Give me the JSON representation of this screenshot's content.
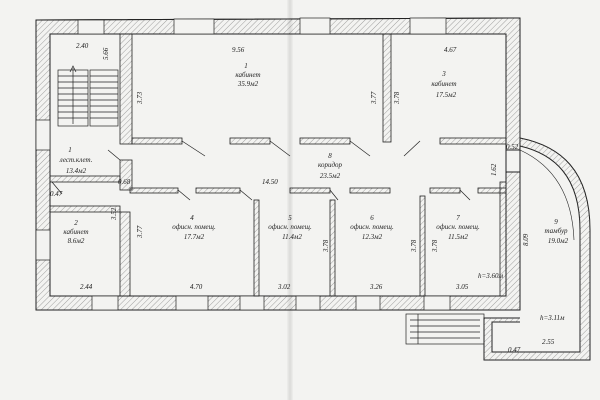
{
  "rooms": [
    {
      "id": "1",
      "name": "кабинет",
      "area": "35.9м2"
    },
    {
      "id": "1",
      "name": "лест.клет.",
      "area": "13.4м2"
    },
    {
      "id": "2",
      "name": "кабинет",
      "area": "8.6м2"
    },
    {
      "id": "3",
      "name": "кабинет",
      "area": "17.5м2"
    },
    {
      "id": "4",
      "name": "офисн. помещ.",
      "area": "17.7м2"
    },
    {
      "id": "5",
      "name": "офисн. помещ.",
      "area": "11.4м2"
    },
    {
      "id": "6",
      "name": "офисн. помещ.",
      "area": "12.3м2"
    },
    {
      "id": "7",
      "name": "офисн. помещ.",
      "area": "11.5м2"
    },
    {
      "id": "8",
      "name": "коридор",
      "area": "23.5м2"
    },
    {
      "id": "9",
      "name": "тамбур",
      "area": "19.0м2"
    }
  ],
  "dimensions": [
    "2.40",
    "5.66",
    "9.56",
    "3.73",
    "3.77",
    "3.78",
    "4.67",
    "0.52",
    "1.62",
    "0.47",
    "0.68",
    "14.50",
    "3.52",
    "3.77",
    "3.78",
    "3.78",
    "3.78",
    "8.09",
    "2.44",
    "4.70",
    "3.02",
    "3.26",
    "3.05",
    "2.55",
    "0.47"
  ],
  "heights": [
    "h=3.60м",
    "h=3.11м"
  ]
}
